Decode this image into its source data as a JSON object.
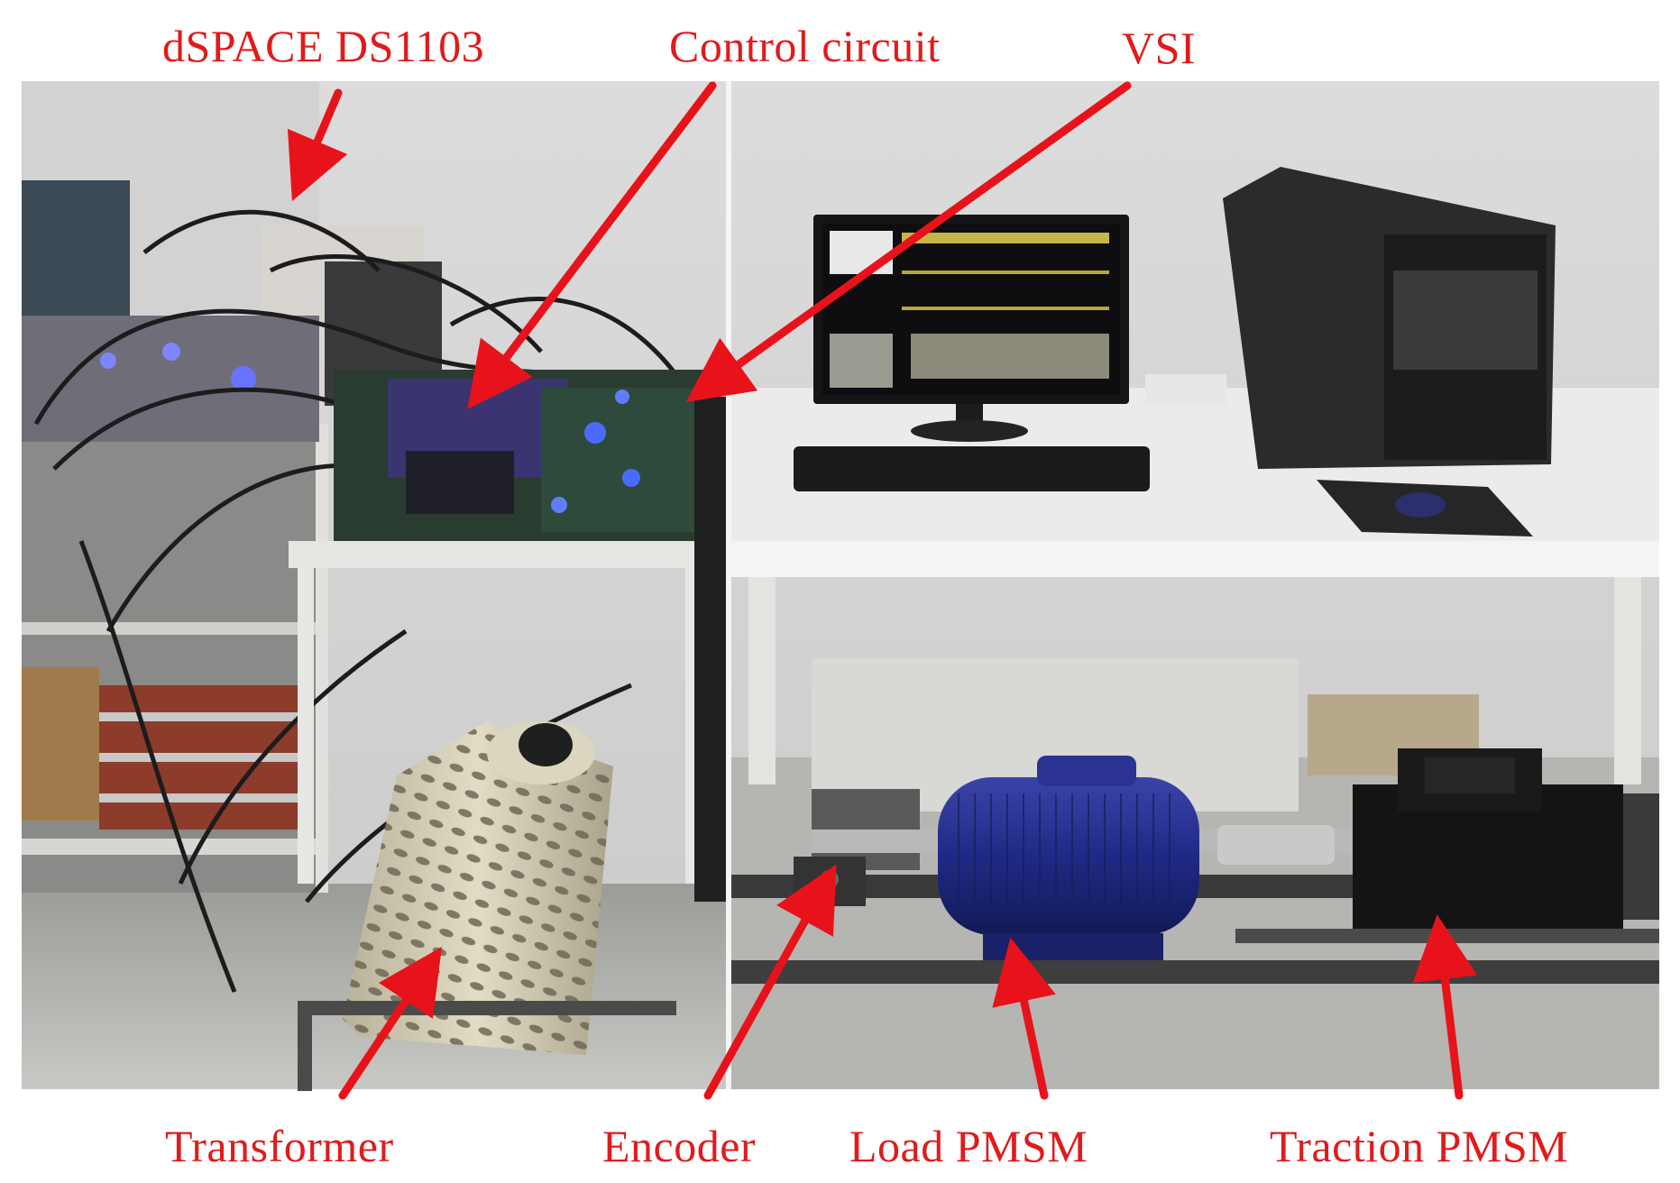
{
  "labels": {
    "dspace": "dSPACE DS1103",
    "control_circuit": "Control circuit",
    "vsi": "VSI",
    "transformer": "Transformer",
    "encoder": "Encoder",
    "load_pmsm": "Load PMSM",
    "traction_pmsm": "Traction PMSM"
  },
  "colors": {
    "label": "#e01b1b",
    "arrow": "#e8131a"
  }
}
